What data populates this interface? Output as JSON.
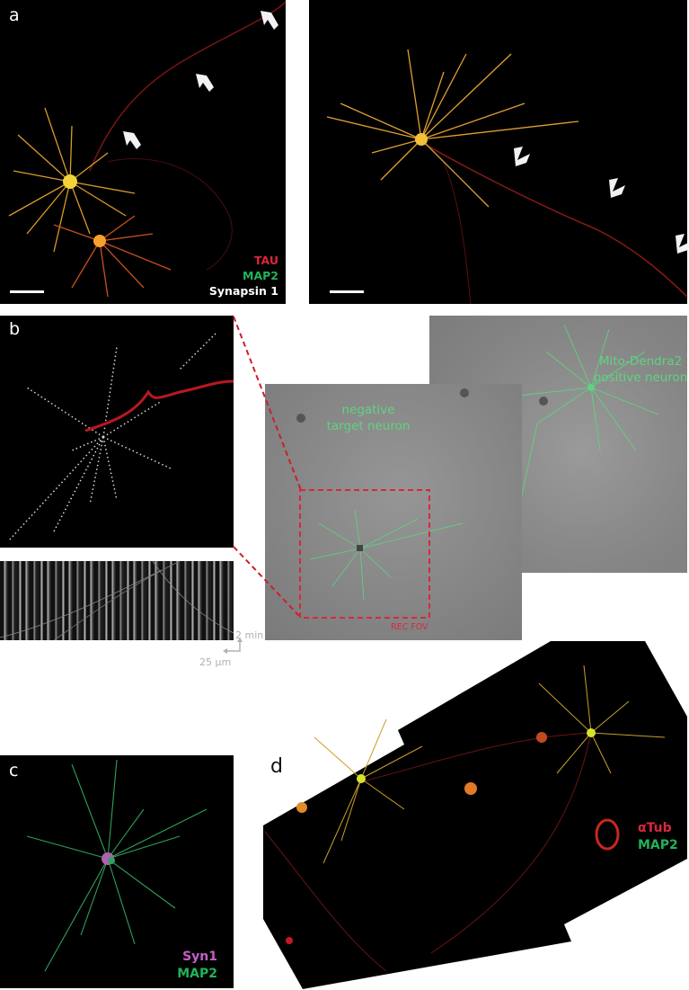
{
  "figure": {
    "panel_a": {
      "label": "a",
      "legend": [
        {
          "text": "TAU",
          "color": "#d8283c"
        },
        {
          "text": "MAP2",
          "color": "#21b35a"
        },
        {
          "text": "Synapsin 1",
          "color": "#ffffff"
        }
      ],
      "arrow_count_left": 3,
      "arrow_count_right": 3
    },
    "panel_b": {
      "label": "b",
      "kymograph_time_scale": "2 min",
      "kymograph_space_scale": "25 µm",
      "front_image_label": "negative\ntarget neuron",
      "front_image_label_line1": "negative",
      "front_image_label_line2": "target neuron",
      "back_image_label_line1": "Mito-Dendra2",
      "back_image_label_line2": "positive neuron",
      "roi_label": "REC FOV",
      "roi_color": "#d8283c",
      "annotation_color": "#5fd37f"
    },
    "panel_c": {
      "label": "c",
      "legend": [
        {
          "text": "Syn1",
          "color": "#c85ec8"
        },
        {
          "text": "MAP2",
          "color": "#21b35a"
        }
      ]
    },
    "panel_d": {
      "label": "d",
      "legend": [
        {
          "text": "αTub",
          "color": "#d8283c"
        },
        {
          "text": "MAP2",
          "color": "#21b35a"
        }
      ]
    }
  }
}
